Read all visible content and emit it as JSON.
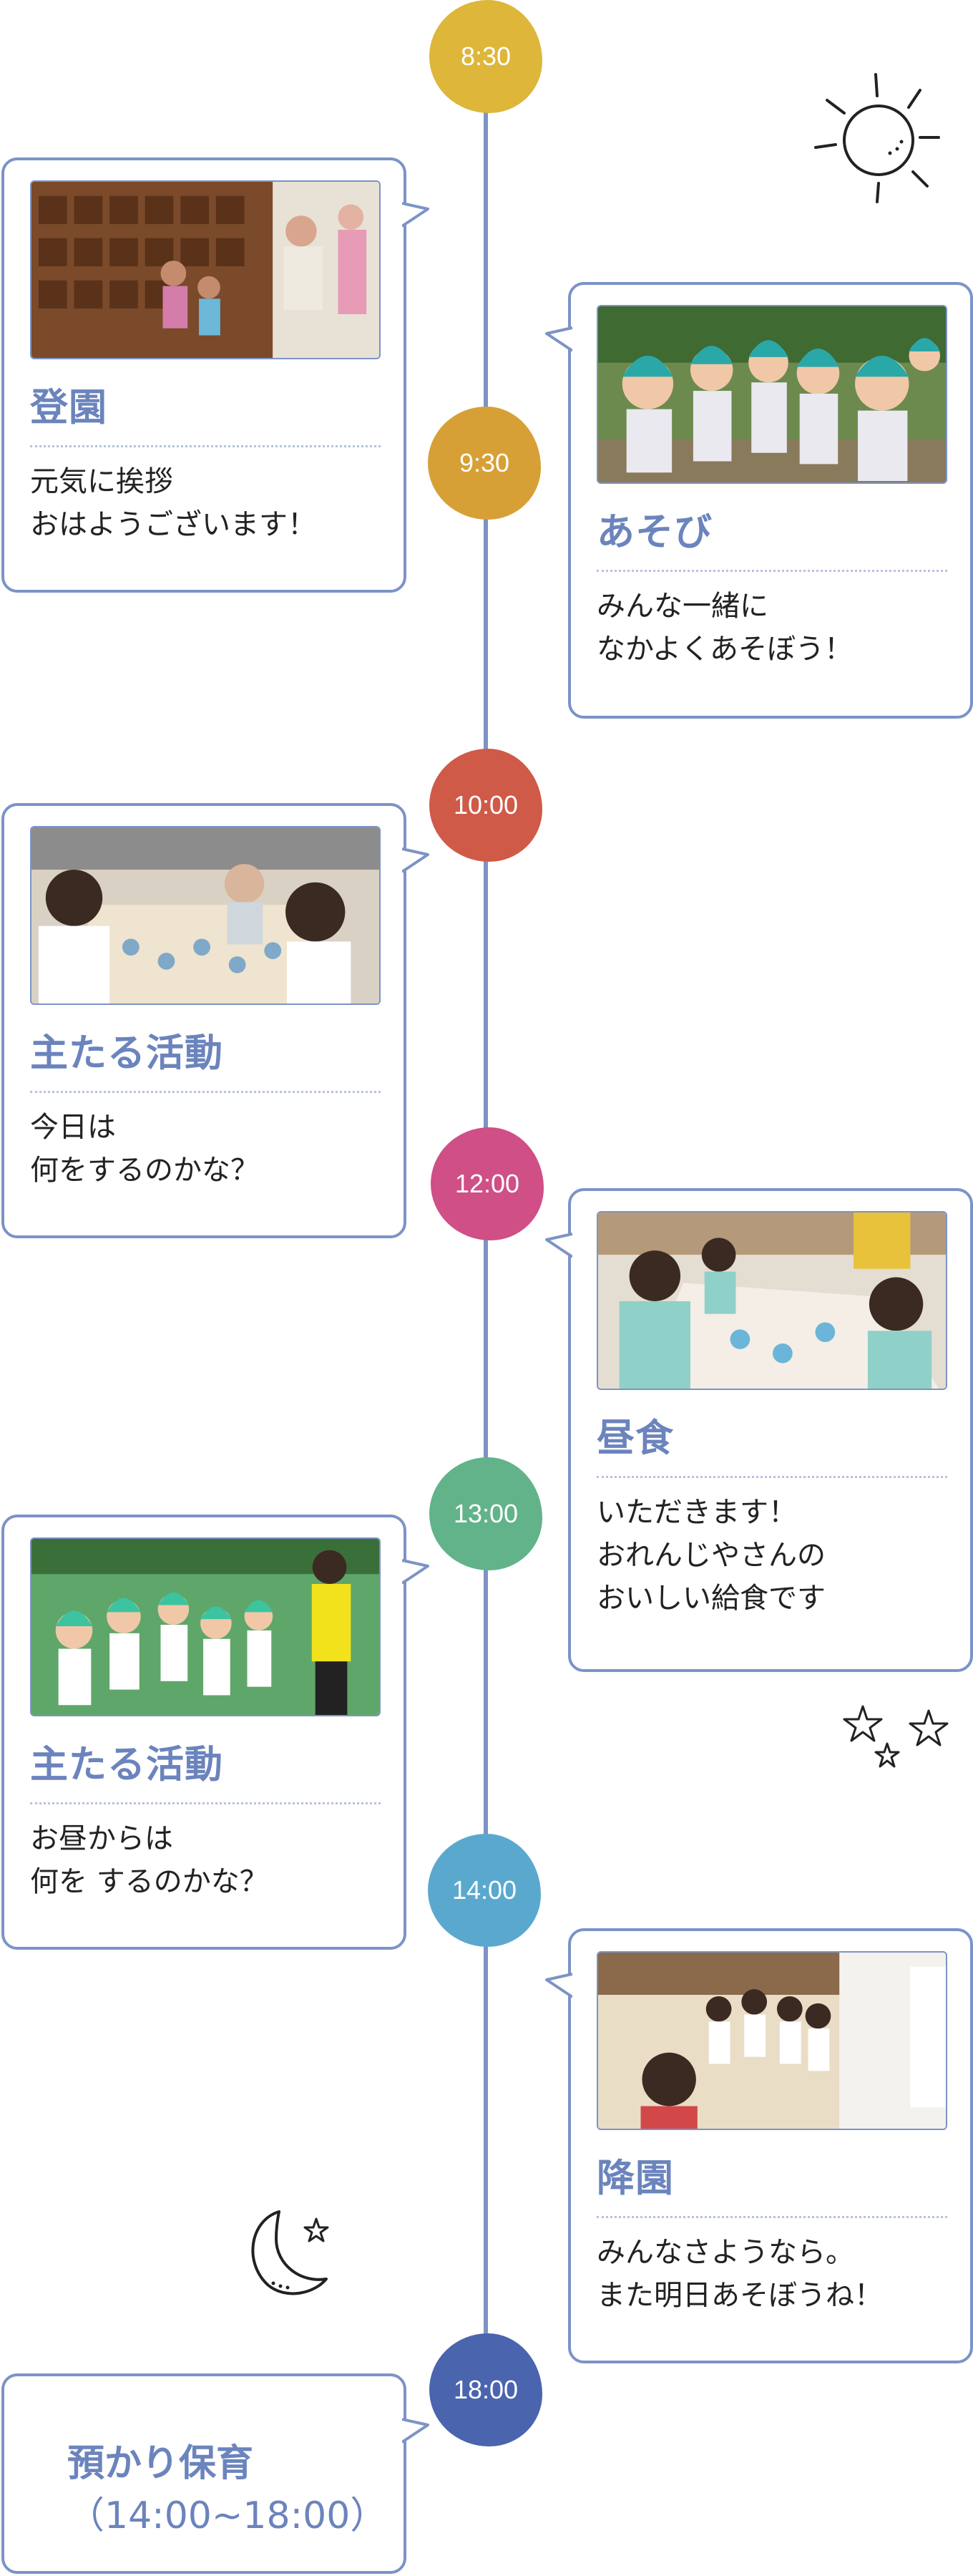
{
  "colors": {
    "accent": "#7c93c7",
    "title": "#6b84bd",
    "dot_0830": "#ddb63a",
    "dot_0930": "#d7a036",
    "dot_1000": "#cf5a48",
    "dot_1200": "#cf4f86",
    "dot_1300": "#62b38a",
    "dot_1400": "#5ba8cf",
    "dot_1800": "#4a64ae"
  },
  "times": [
    "8:30",
    "9:30",
    "10:00",
    "12:00",
    "13:00",
    "14:00",
    "18:00"
  ],
  "cards": [
    {
      "title": "登園",
      "desc": "元気に挨拶\nおはようございます！"
    },
    {
      "title": "あそび",
      "desc": "みんな一緒に\nなかよくあそぼう！"
    },
    {
      "title": "主たる活動",
      "desc": "今日は\n何をするのかな？"
    },
    {
      "title": "昼食",
      "desc": "いただきます！\nおれんじやさんの\nおいしい給食です"
    },
    {
      "title": "主たる活動",
      "desc": "お昼からは\n何を するのかな？"
    },
    {
      "title": "降園",
      "desc": "みんなさようなら。\nまた明日あそぼうね！"
    }
  ],
  "extended_care": {
    "title": "預かり保育",
    "hours": "（14:00~18:00）"
  },
  "icons": {
    "sun": "sun-icon",
    "stars": "stars-icon",
    "moon": "moon-icon"
  }
}
